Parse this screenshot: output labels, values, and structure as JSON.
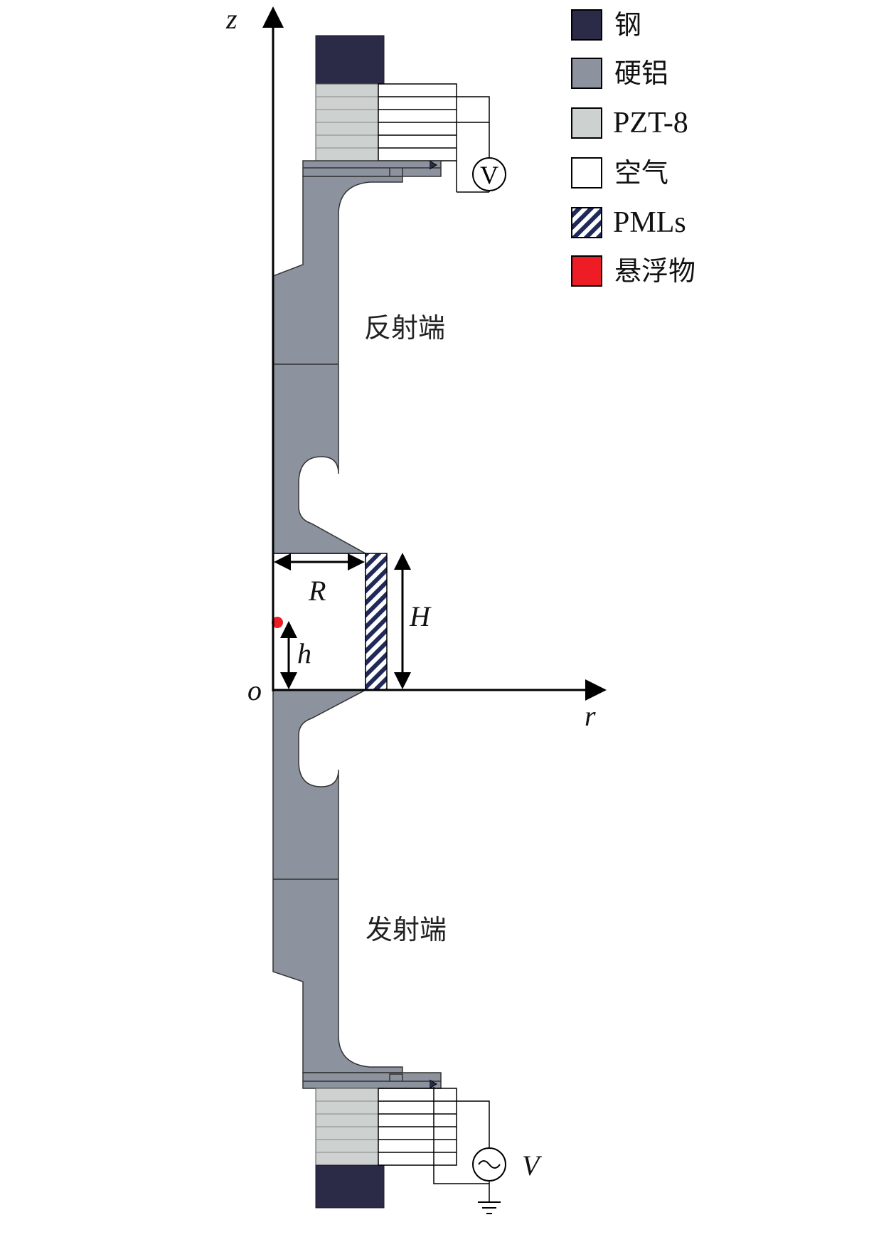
{
  "colors": {
    "steel": "#2b2a47",
    "duralumin": "#8c939e",
    "pzt": "#cdd1cf",
    "air": "#ffffff",
    "pml": "#1f2a5a",
    "particle": "#ee1c25"
  },
  "legend": [
    {
      "label": "钢",
      "swatch": "steel"
    },
    {
      "label": "硬铝",
      "swatch": "duralumin"
    },
    {
      "label": "PZT-8",
      "swatch": "pzt"
    },
    {
      "label": "空气",
      "swatch": "air"
    },
    {
      "label": "PMLs",
      "swatch": "pml-hatch"
    },
    {
      "label": "悬浮物",
      "swatch": "particle"
    }
  ],
  "labels": {
    "reflector": "反射端",
    "emitter": "发射端",
    "axis_z": "z",
    "axis_r": "r",
    "origin": "o",
    "dim_R": "R",
    "dim_H": "H",
    "dim_h": "h",
    "source_V": "V",
    "voltmeter": "V"
  }
}
